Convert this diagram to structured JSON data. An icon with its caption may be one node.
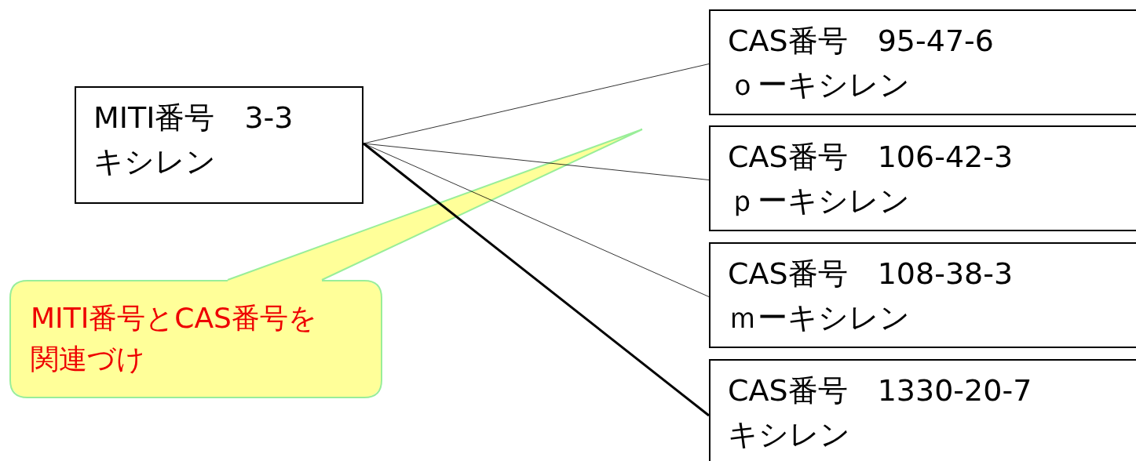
{
  "diagram": {
    "nodes": [
      {
        "text": [
          "MITI番号　3-3",
          "キシレン"
        ]
      },
      {
        "text": [
          "CAS番号　95-47-6",
          "ｏーキシレン"
        ]
      },
      {
        "text": [
          "CAS番号　106-42-3",
          "ｐーキシレン"
        ]
      },
      {
        "text": [
          "CAS番号　108-38-3",
          "ｍーキシレン"
        ]
      },
      {
        "text": [
          "CAS番号　1330-20-7",
          "キシレン"
        ]
      },
      {
        "text": [
          "MITI番号とCAS番号を関連づけ"
        ]
      }
    ],
    "edges": [
      {
        "from": 0,
        "to": 1,
        "arrow": "none"
      },
      {
        "from": 0,
        "to": 2,
        "arrow": "none"
      },
      {
        "from": 0,
        "to": 3,
        "arrow": "none"
      },
      {
        "from": 0,
        "to": 4,
        "arrow": "none",
        "style": "thick"
      }
    ]
  }
}
